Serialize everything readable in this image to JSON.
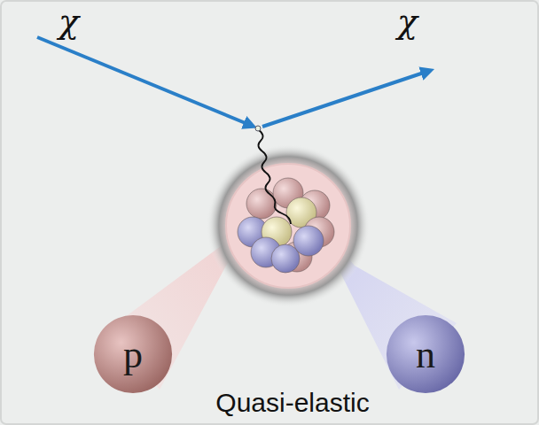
{
  "diagram": {
    "caption": "Quasi-elastic",
    "nodes": [
      {
        "text": [
          "p"
        ]
      },
      {
        "text": [
          "n"
        ]
      }
    ],
    "labels": [
      "χ",
      "χ"
    ]
  }
}
